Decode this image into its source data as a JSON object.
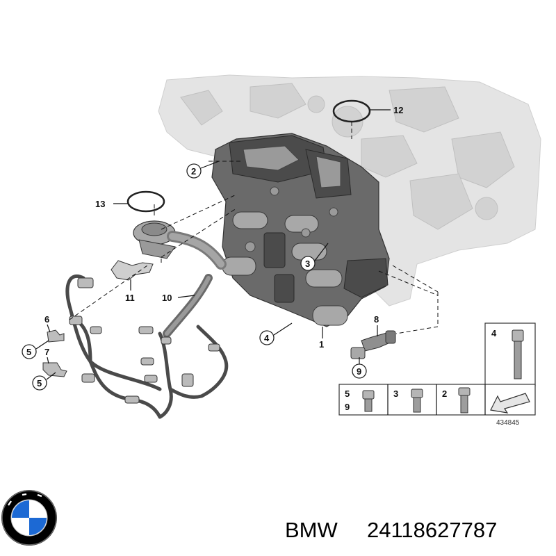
{
  "diagram": {
    "callouts": {
      "c1": "1",
      "c2": "2",
      "c3": "3",
      "c4": "4",
      "c5a": "5",
      "c5b": "5",
      "c6": "6",
      "c7": "7",
      "c8": "8",
      "c9": "9",
      "c10": "10",
      "c11": "11",
      "c12": "12",
      "c13": "13"
    },
    "legend": {
      "item_4": "4",
      "item_5": "5",
      "item_9": "9",
      "item_3": "3",
      "item_2": "2"
    },
    "reference_number": "434845"
  },
  "caption": {
    "brand": "BMW",
    "part_number": "24118627787"
  },
  "colors": {
    "housing": "#e4e4e4",
    "valve_body": "#6a6a6a",
    "logo_blue": "#1c69d4",
    "logo_ring": "#000000"
  }
}
